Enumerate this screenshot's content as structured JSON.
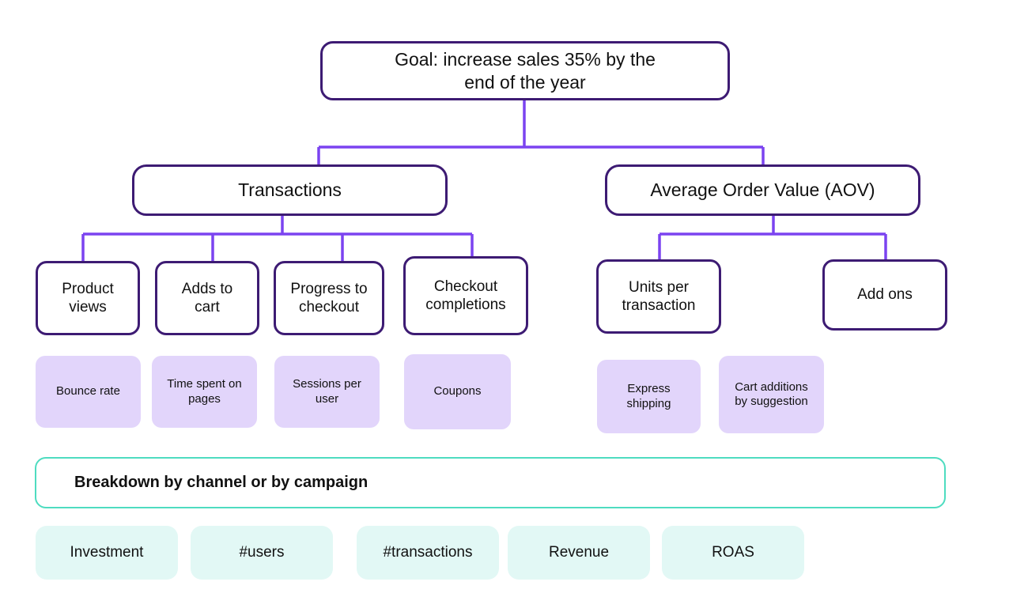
{
  "diagram": {
    "title": "Sales goal KPI tree",
    "colors": {
      "box_border": "#3d1b73",
      "connector": "#7b43f0",
      "lavender_fill": "#e2d5fb",
      "mint_fill": "#e2f8f5",
      "teal_border": "#4edcc0",
      "text": "#111111",
      "background": "#ffffff"
    },
    "goal": {
      "label": "Goal: increase sales 35% by the\nend of the year",
      "line1": "Goal: increase sales 35% by the",
      "line2": "end of the year"
    },
    "level2": [
      {
        "id": "transactions",
        "label": "Transactions"
      },
      {
        "id": "aov",
        "label": "Average Order Value (AOV)"
      }
    ],
    "level3": {
      "transactions": [
        {
          "id": "product-views",
          "line1": "Product",
          "line2": "views"
        },
        {
          "id": "adds-to-cart",
          "line1": "Adds to",
          "line2": "cart"
        },
        {
          "id": "progress-to-checkout",
          "line1": "Progress to",
          "line2": "checkout"
        },
        {
          "id": "checkout-completions",
          "line1": "Checkout",
          "line2": "completions"
        }
      ],
      "aov": [
        {
          "id": "units-per-transaction",
          "line1": "Units per",
          "line2": "transaction"
        },
        {
          "id": "add-ons",
          "line1": "Add ons",
          "line2": ""
        }
      ]
    },
    "supporting_metrics": {
      "transactions": [
        {
          "id": "bounce-rate",
          "line1": "Bounce rate",
          "line2": ""
        },
        {
          "id": "time-spent-on-pages",
          "line1": "Time spent on",
          "line2": "pages"
        },
        {
          "id": "sessions-per-user",
          "line1": "Sessions per",
          "line2": "user"
        },
        {
          "id": "coupons",
          "line1": "Coupons",
          "line2": ""
        }
      ],
      "aov": [
        {
          "id": "express-shipping",
          "line1": "Express",
          "line2": "shipping"
        },
        {
          "id": "cart-additions-by-suggestion",
          "line1": "Cart additions",
          "line2": "by suggestion"
        }
      ]
    },
    "breakdown": {
      "label": "Breakdown by channel or by campaign"
    },
    "breakdown_metrics": [
      {
        "id": "investment",
        "label": "Investment"
      },
      {
        "id": "users",
        "label": "#users"
      },
      {
        "id": "transactions-count",
        "label": "#transactions"
      },
      {
        "id": "revenue",
        "label": "Revenue"
      },
      {
        "id": "roas",
        "label": "ROAS"
      }
    ]
  }
}
